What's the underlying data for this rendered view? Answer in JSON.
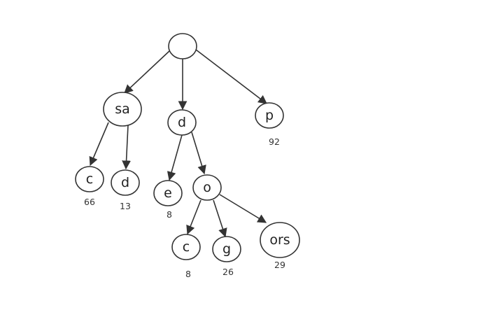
{
  "diagram": {
    "root": {
      "label": ""
    },
    "nodes": {
      "sa": {
        "label": "sa"
      },
      "d1": {
        "label": "d"
      },
      "p": {
        "label": "p",
        "count": "92"
      },
      "c1": {
        "label": "c",
        "count": "66"
      },
      "d2": {
        "label": "d",
        "count": "13"
      },
      "e": {
        "label": "e",
        "count": "8"
      },
      "o": {
        "label": "o"
      },
      "c2": {
        "label": "c",
        "count": "8"
      },
      "g": {
        "label": "g",
        "count": "26"
      },
      "ors": {
        "label": "ors",
        "count": "29"
      }
    }
  }
}
